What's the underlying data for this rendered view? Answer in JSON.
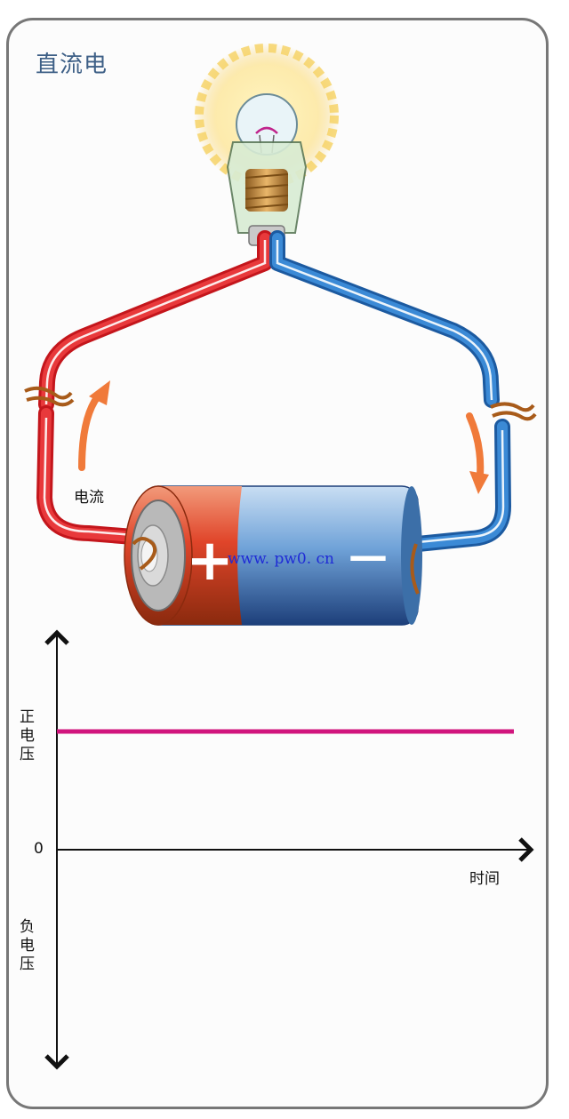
{
  "title": "直流电",
  "current_label": "电流",
  "watermark": "www. pw0. cn",
  "battery": {
    "plus_sign": "+",
    "minus_sign": "—"
  },
  "graph": {
    "positive_voltage_label": "正\n电\n压",
    "zero_label": "0",
    "time_label": "时间",
    "negative_voltage_label": "负\n电\n压",
    "voltage_line_color": "#d1157d"
  },
  "colors": {
    "positive_wire": "#e02a2a",
    "negative_wire": "#2a78c8",
    "arrow": "#f07a3a",
    "title": "#3d5f86"
  }
}
